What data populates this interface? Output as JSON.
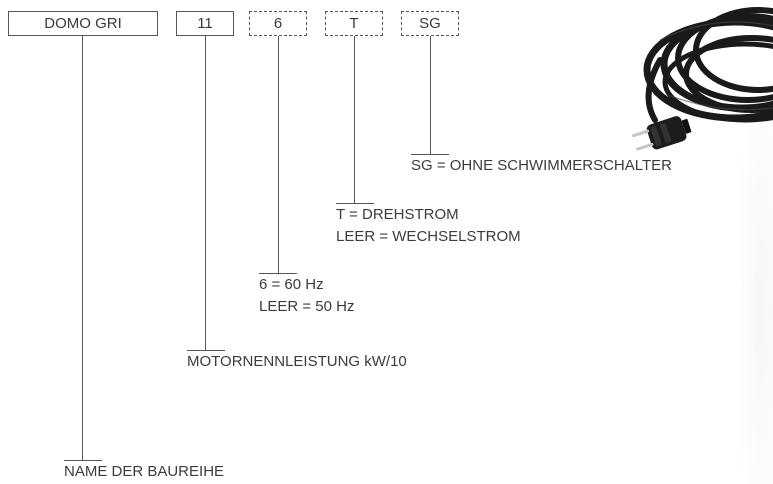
{
  "code_boxes": {
    "name": "DOMO GRI",
    "power": "11",
    "frequency": "6",
    "current": "T",
    "float_switch": "SG"
  },
  "legend": {
    "float_switch": "SG = OHNE SCHWIMMERSCHALTER",
    "current_t": "T = DREHSTROM",
    "current_empty": "LEER = WECHSELSTROM",
    "freq_6": "6 = 60 Hz",
    "freq_empty": "LEER = 50 Hz",
    "power": "MOTORNENNLEISTUNG kW/10",
    "name": "NAME DER BAUREIHE"
  },
  "image": {
    "subject": "black power cable coil with Schuko plug"
  },
  "colors": {
    "lines": "#555555",
    "text": "#3c3c3c",
    "cable": "#1a1a1a"
  }
}
